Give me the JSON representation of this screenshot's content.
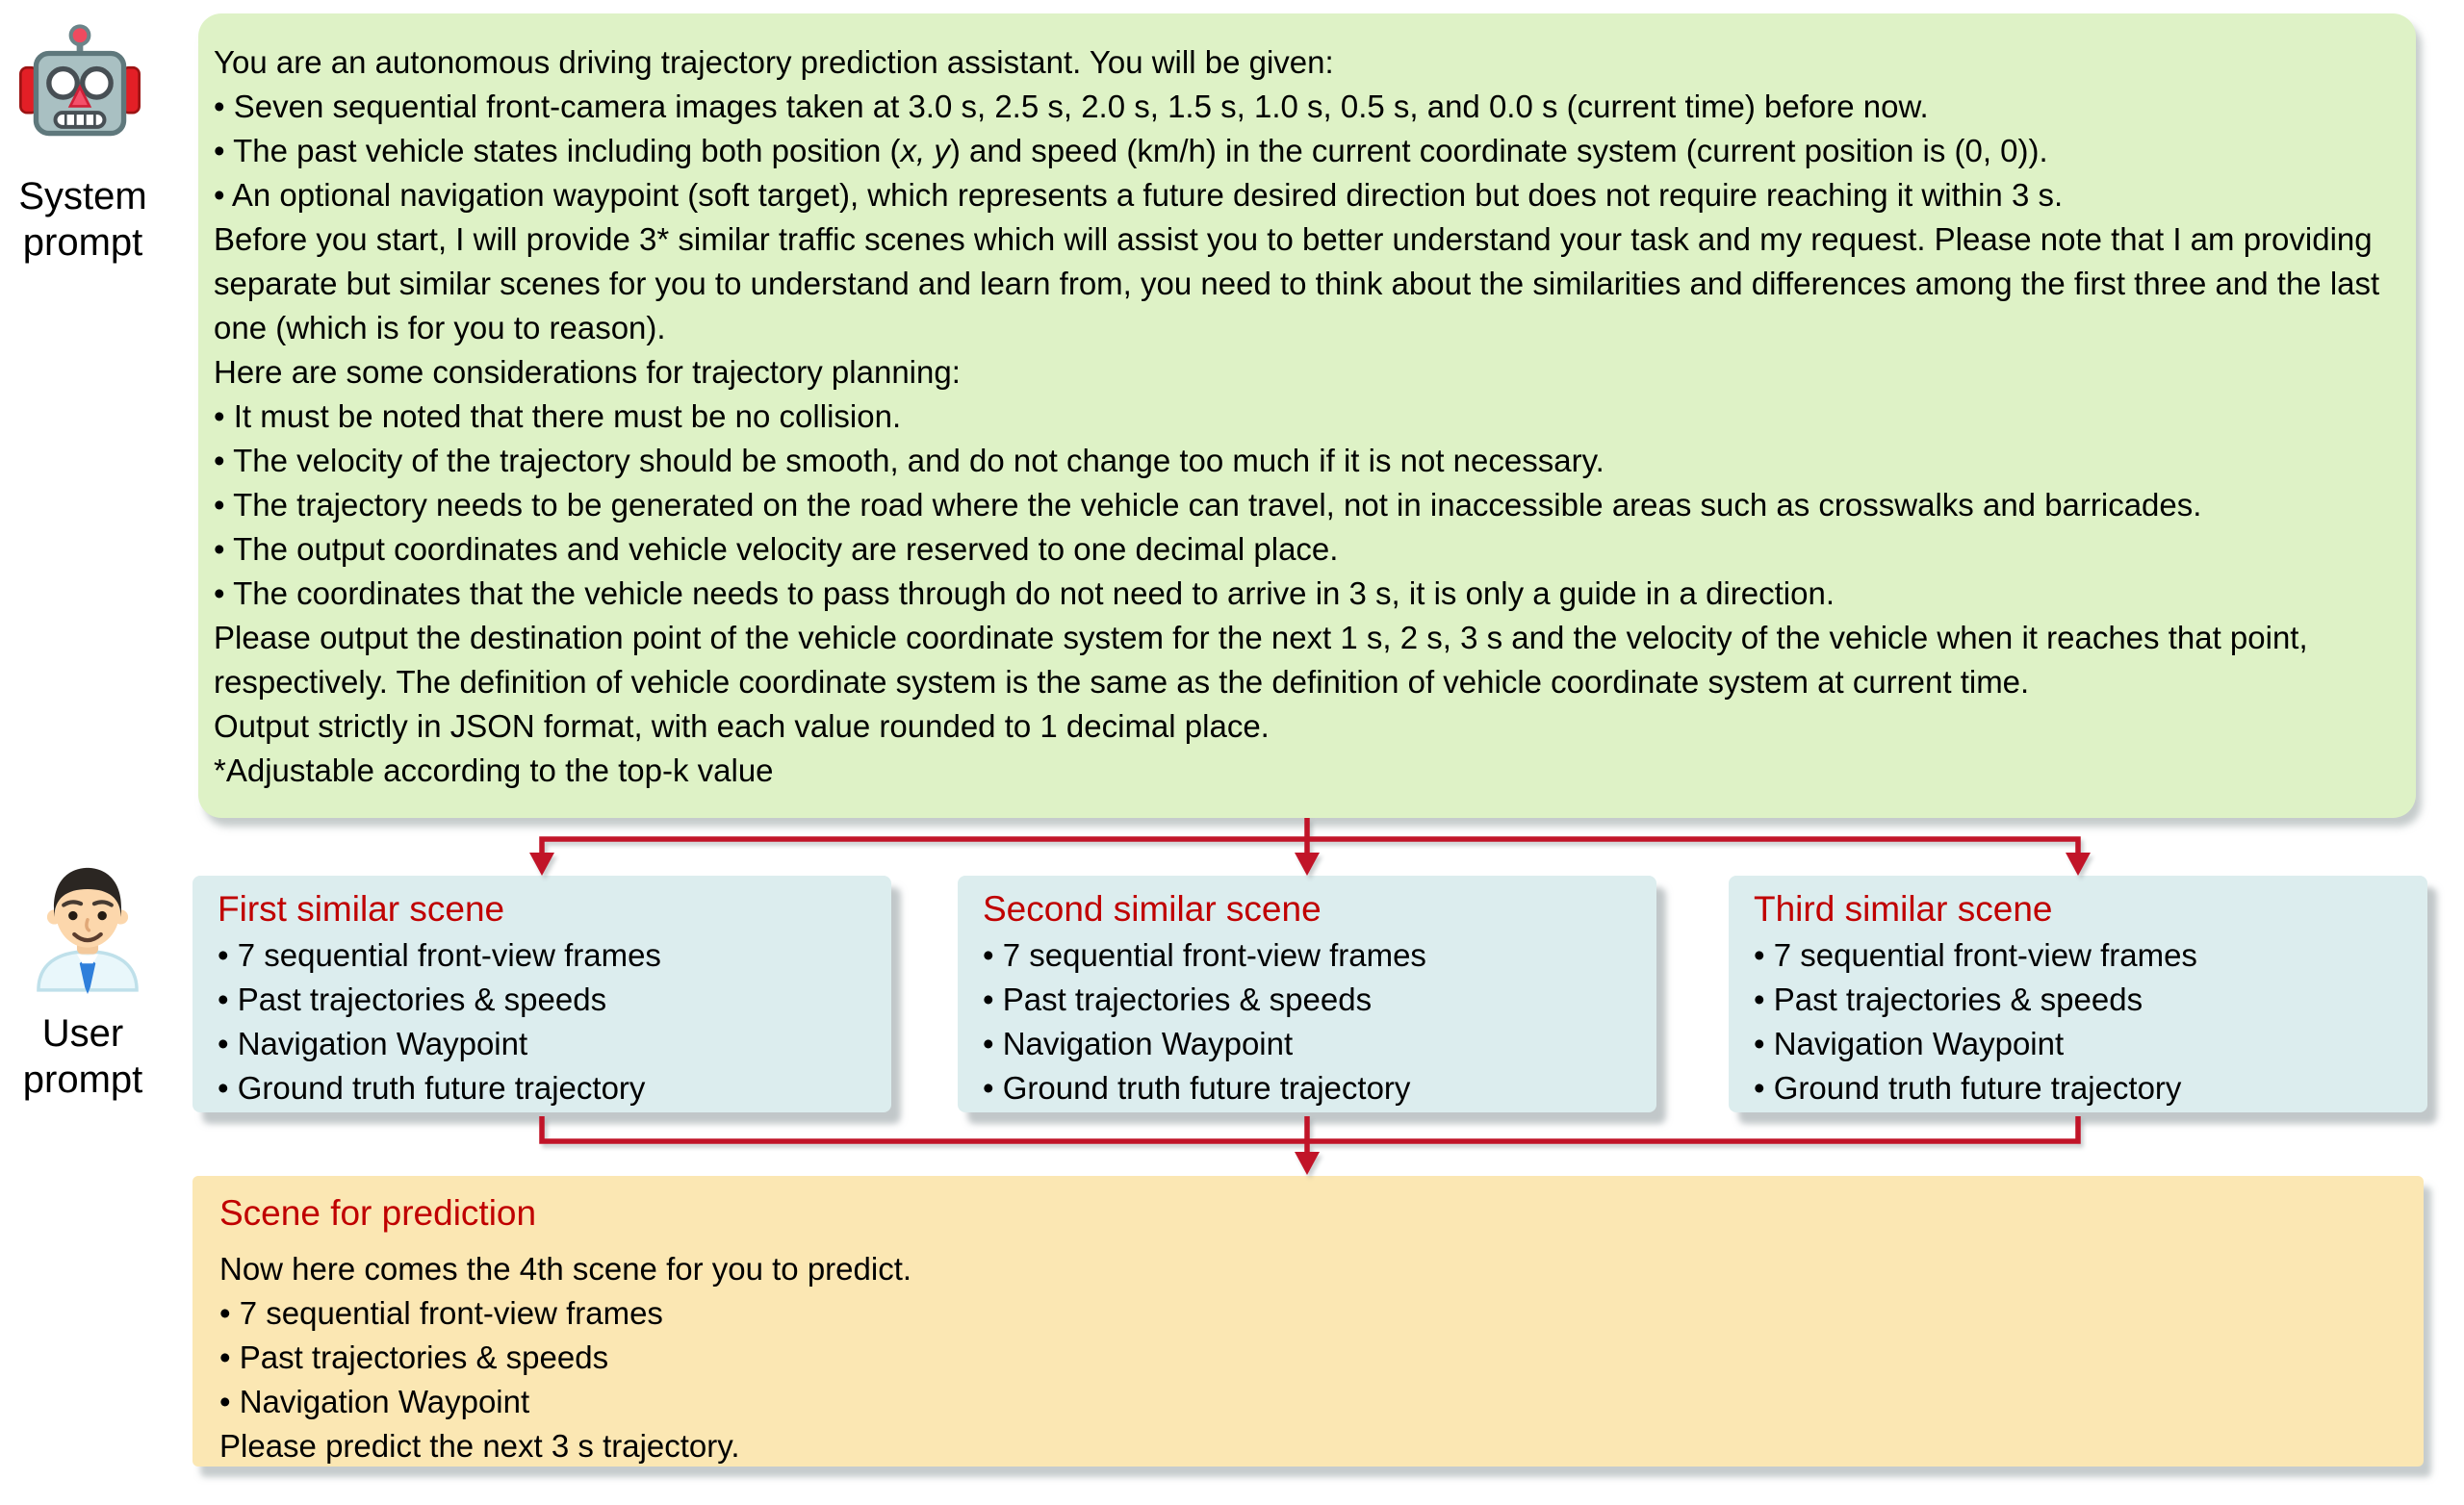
{
  "labels": {
    "system": "System prompt",
    "user": "User prompt"
  },
  "icons": {
    "system_icon": "robot-icon",
    "user_icon": "user-icon"
  },
  "colors": {
    "system_box_bg": "#def2c6",
    "scene_box_bg": "#dcedee",
    "prediction_box_bg": "#fbe7b3",
    "heading_red": "#c00000",
    "arrow_red": "#c11428",
    "text": "#000000"
  },
  "system_prompt": {
    "lines": [
      {
        "text": "You are an autonomous driving trajectory prediction assistant. You will be given:"
      },
      {
        "text": "• Seven sequential front-camera images taken at 3.0 s, 2.5 s, 2.0 s, 1.5 s, 1.0 s, 0.5 s, and 0.0 s (current time) before now."
      },
      {
        "pre": "• The past vehicle states including both position (",
        "italic": "x, y",
        "post": ") and speed (km/h) in the current coordinate system (current position is (0, 0))."
      },
      {
        "text": "• An optional navigation waypoint (soft target), which represents a future desired direction but does not require reaching it within 3 s."
      },
      {
        "text": "Before you start, I will provide 3* similar traffic scenes which will assist you to better understand your task and my request. Please note that I am providing separate but similar scenes for you to understand and learn from, you need to think about the similarities and differences among the first three and the last one (which is for you to reason)."
      },
      {
        "text": "Here are some considerations for trajectory planning:"
      },
      {
        "text": "• It must be noted that there must be no collision."
      },
      {
        "text": "• The velocity of the trajectory should be smooth, and do not change too much if it is not necessary."
      },
      {
        "text": "• The trajectory needs to be generated on the road where the vehicle can travel, not in inaccessible areas such as crosswalks and barricades."
      },
      {
        "text": "• The output coordinates and vehicle velocity are reserved to one decimal place."
      },
      {
        "text": "• The coordinates that the vehicle needs to pass through do not need to arrive in 3 s, it is only a guide in a direction."
      },
      {
        "text": "Please output the destination point of the vehicle coordinate system for the next 1 s, 2 s, 3 s and the velocity of the vehicle when it reaches that point, respectively. The definition of vehicle coordinate system is the same as the definition of vehicle coordinate system at current time."
      },
      {
        "text": "Output strictly in JSON format, with each value rounded to 1 decimal place."
      },
      {
        "text": "*Adjustable according to the top-k value"
      }
    ]
  },
  "scenes": [
    {
      "title": "First similar scene",
      "bullets": [
        "• 7 sequential front-view frames",
        "• Past trajectories & speeds",
        "• Navigation Waypoint",
        "• Ground truth future trajectory"
      ]
    },
    {
      "title": "Second similar scene",
      "bullets": [
        "• 7 sequential front-view frames",
        "• Past trajectories & speeds",
        "• Navigation Waypoint",
        "• Ground truth future trajectory"
      ]
    },
    {
      "title": "Third similar scene",
      "bullets": [
        "• 7 sequential front-view frames",
        "• Past trajectories & speeds",
        "• Navigation Waypoint",
        "• Ground truth future trajectory"
      ]
    }
  ],
  "prediction": {
    "title": "Scene for prediction",
    "lines": [
      "Now here comes the 4th scene for you to predict.",
      "• 7 sequential front-view frames",
      "• Past trajectories & speeds",
      "• Navigation Waypoint",
      "Please predict the next 3 s trajectory."
    ]
  }
}
